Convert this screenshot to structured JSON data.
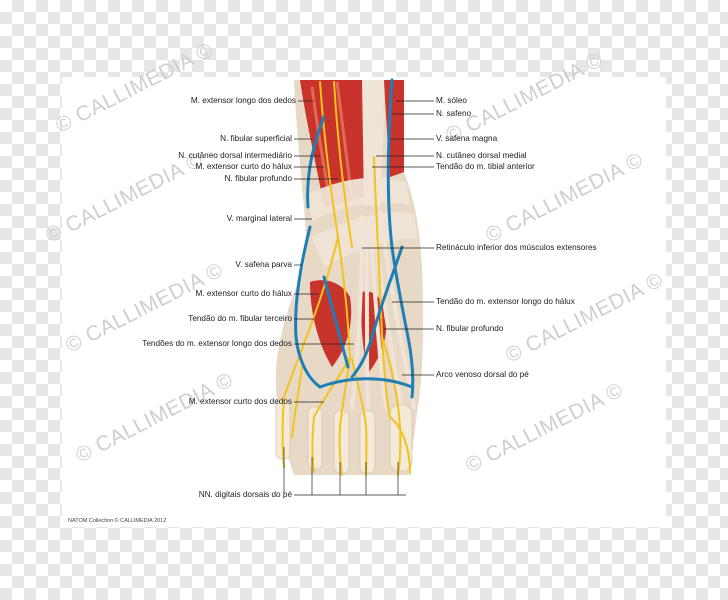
{
  "watermark_text": "© CALLIMEDIA ©",
  "credit": "NATOM Collection © CALLIMEDIA 2012",
  "colors": {
    "muscle": "#c8332b",
    "muscle_light": "#e06a55",
    "tendon": "#efe4d6",
    "nerve": "#f4c21e",
    "vein": "#1d7fb5",
    "bone": "#f3ead8"
  },
  "labels_left": [
    "M. extensor longo dos dedos",
    "N. fibular superficial",
    "N. cutâneo dorsal intermediário",
    "M. extensor curto do hálux",
    "N. fibular profundo",
    "V. marginal lateral",
    "V. safena parva",
    "M. extensor curto do hálux",
    "Tendão do m. fibular terceiro",
    "Tendões do m. extensor longo dos dedos",
    "M. extensor curto dos dedos",
    "NN. digitais dorsais do pé"
  ],
  "labels_right": [
    "M. sóleo",
    "N. safeno",
    "V. safena magna",
    "N. cutâneo dorsal medial",
    "Tendão do m. tibial anterior",
    "Retináculo inferior dos músculos extensores",
    "Tendão do m. extensor longo do hálux",
    "N. fibular profundo",
    "Arco venoso dorsal do pé"
  ]
}
